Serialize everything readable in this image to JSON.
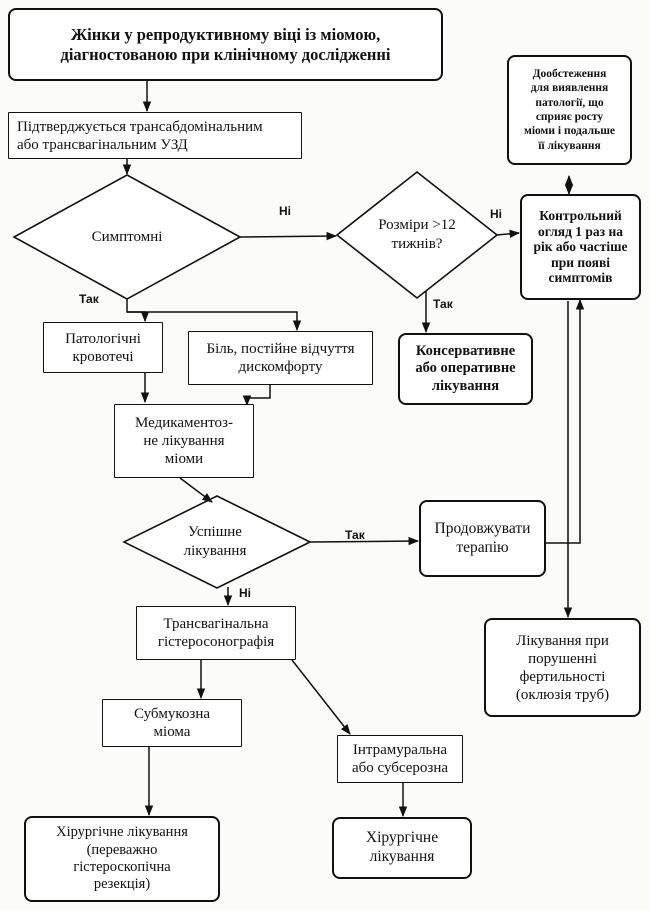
{
  "nodes": {
    "start": "Жінки у репродуктивному віці із міомою,\nдіагностованою при клінічному дослідженні",
    "confirm": "Підтверджується трансабдомінальним\nабо трансвагінальним УЗД",
    "symptomatic": "Симптомні",
    "size": "Розміри >12\nтижнів?",
    "followup": "Контрольний\nогляд 1 раз на\nрік або частіше\nпри появі\nсимптомів",
    "extra_exam": "Дообстеження\nдля виявлення\nпатології, що\nсприяє росту\nміоми і подальше\nїї лікування",
    "bleeding": "Патологічні\nкровотечі",
    "pain": "Біль, постійне відчуття\nдискомфорту",
    "conservative": "Консервативне\nабо оперативне\nлікування",
    "medication": "Медикаментоз-\nне лікування\nміоми",
    "success": "Успішне\nлікування",
    "continue": "Продовжувати\nтерапію",
    "sonography": "Трансвагінальна\nгістеросонографія",
    "fertility": "Лікування при\nпорушенні\nфертильності\n(оклюзія труб)",
    "submucous": "Субмукозна\nміома",
    "intramural": "Інтрамуральна\nабо субсерозна",
    "surgery_hysteroscopic": "Хірургічне лікування\n(переважно\nгістероскопічна\nрезекція)",
    "surgery": "Хірургічне\nлікування"
  },
  "labels": {
    "no_symptoms": "Ні",
    "no_size": "Ні",
    "yes_symptoms": "Так",
    "yes_size": "Так",
    "yes_success": "Так",
    "no_success": "Ні"
  }
}
